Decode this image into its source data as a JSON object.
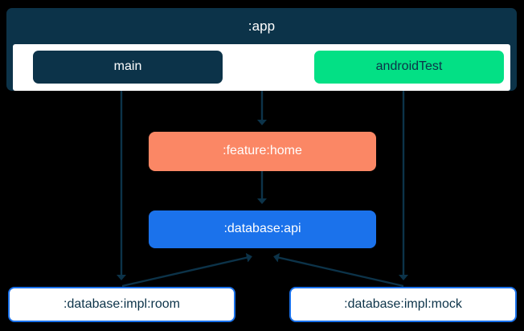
{
  "diagram": {
    "type": "module-dependency-graph",
    "background": "#000000",
    "clusters": [
      {
        "id": "app",
        "label": ":app",
        "fill": "#0C3349",
        "text_color": "#FFFFFF",
        "source_sets": [
          {
            "id": "main",
            "label": "main",
            "fill": "#0C3349",
            "text_color": "#FFFFFF"
          },
          {
            "id": "androidTest",
            "label": "androidTest",
            "fill": "#03E085",
            "text_color": "#0C3349"
          }
        ]
      }
    ],
    "nodes": [
      {
        "id": "feature-home",
        "label": ":feature:home",
        "fill": "#FB8765",
        "text_color": "#FFFFFF"
      },
      {
        "id": "database-api",
        "label": ":database:api",
        "fill": "#1B72EB",
        "text_color": "#FFFFFF"
      },
      {
        "id": "database-impl-room",
        "label": ":database:impl:room",
        "fill": "#FFFFFF",
        "border": "#1B72EB",
        "text_color": "#0C3349"
      },
      {
        "id": "database-impl-mock",
        "label": ":database:impl:mock",
        "fill": "#FFFFFF",
        "border": "#1B72EB",
        "text_color": "#0C3349"
      }
    ],
    "edges": [
      {
        "from": "app:main",
        "to": "database-impl-room"
      },
      {
        "from": "app",
        "to": "feature-home"
      },
      {
        "from": "app:androidTest",
        "to": "database-impl-mock"
      },
      {
        "from": "feature-home",
        "to": "database-api"
      },
      {
        "from": "database-impl-room",
        "to": "database-api"
      },
      {
        "from": "database-impl-mock",
        "to": "database-api"
      }
    ],
    "edge_color": "#0C3349"
  }
}
